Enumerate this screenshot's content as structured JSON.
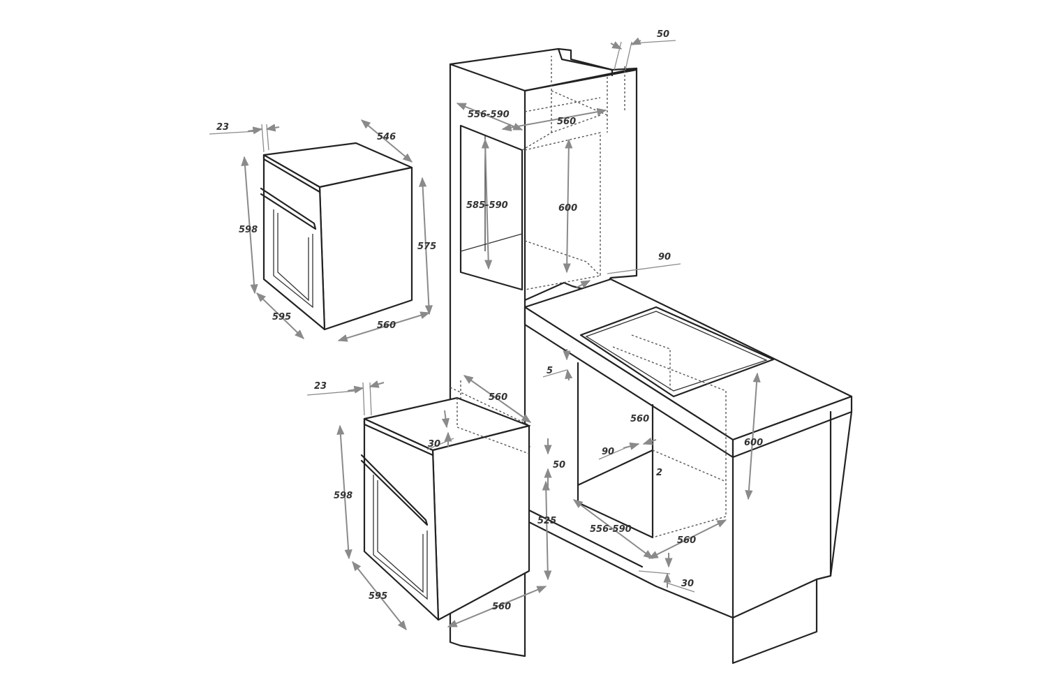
{
  "colors": {
    "line": "#222222",
    "dimension": "#8a8a8a",
    "text": "#333333",
    "background": "#ffffff"
  },
  "labels": {
    "top_oven": {
      "depth_trim": "23",
      "depth_top": "546",
      "height": "598",
      "body_height": "575",
      "width": "595",
      "body_width": "560"
    },
    "bottom_oven": {
      "depth_trim": "23",
      "height": "598",
      "width": "595",
      "body_width": "560"
    },
    "tall_cabinet": {
      "rear_gap": "50",
      "opening_width": "556-590",
      "niche_width": "560",
      "opening_height": "585-590",
      "niche_height": "600",
      "vent": "90"
    },
    "under_counter": {
      "counter_gap": "5",
      "niche_depth": "560",
      "vent_top": "30",
      "vent_gap": "50",
      "niche_height_low": "525",
      "vent_side": "90",
      "niche_width_top": "560",
      "niche_height": "600",
      "corner": "2",
      "opening_width": "556-590",
      "niche_width": "560",
      "plinth_gap": "30"
    }
  }
}
